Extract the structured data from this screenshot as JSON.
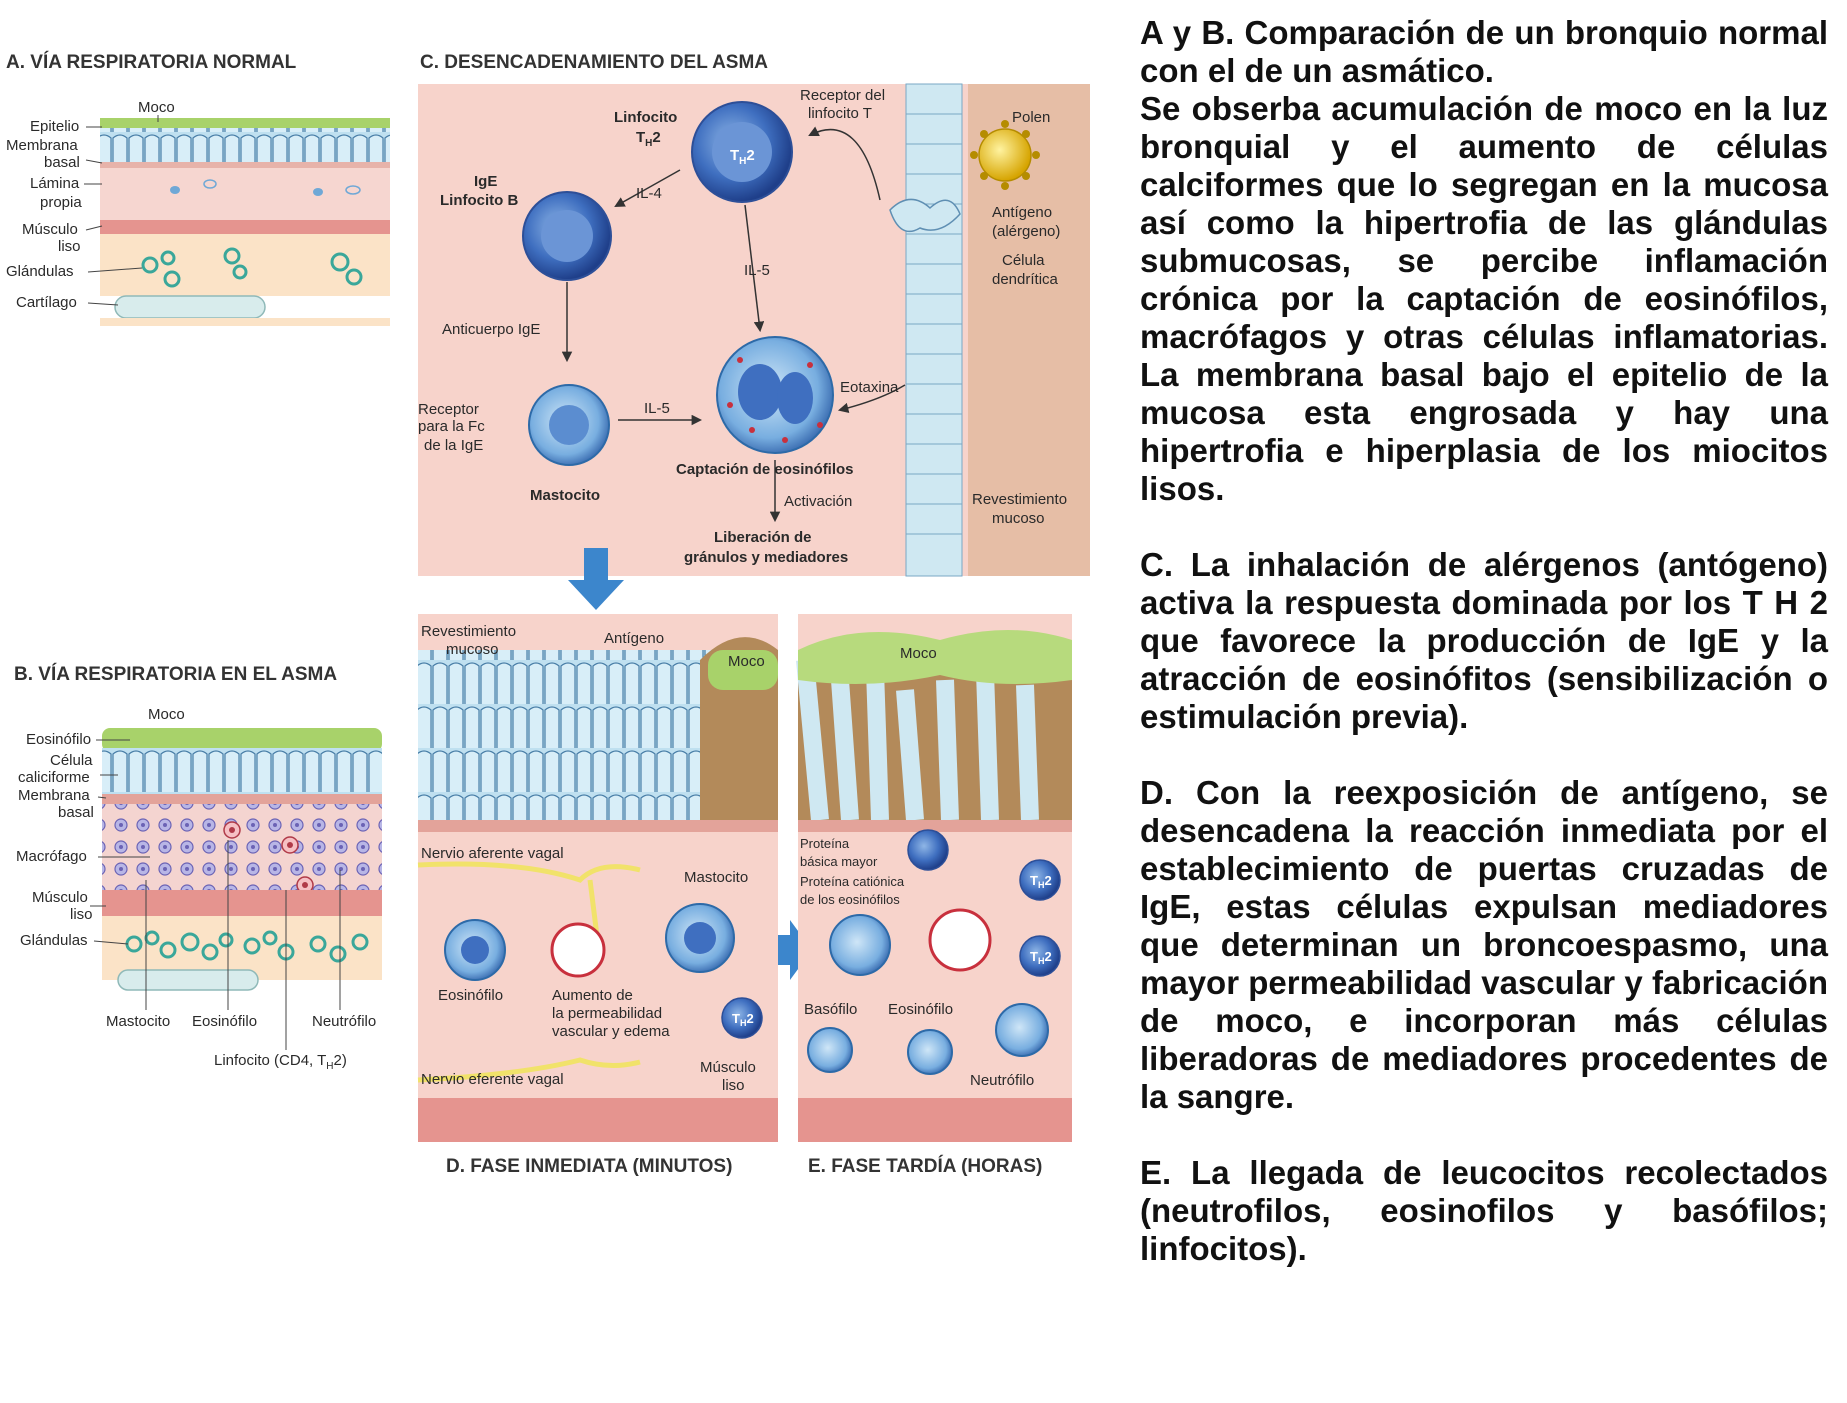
{
  "panels": {
    "a_title": "A. VÍA RESPIRATORIA NORMAL",
    "b_title": "B. VÍA RESPIRATORIA EN EL ASMA",
    "c_title": "C. DESENCADENAMIENTO DEL ASMA",
    "d_title": "D. FASE INMEDIATA (MINUTOS)",
    "e_title": "E. FASE TARDÍA (HORAS)"
  },
  "panel_a": {
    "moco": "Moco",
    "epitelio": "Epitelio",
    "membrana": "Membrana",
    "basal": "basal",
    "lamina": "Lámina",
    "propia": "propia",
    "musculo": "Músculo",
    "liso": "liso",
    "glandulas": "Glándulas",
    "cartilago": "Cartílago"
  },
  "panel_b": {
    "moco": "Moco",
    "eosinofilo": "Eosinófilo",
    "celula": "Célula",
    "caliciforme": "caliciforme",
    "membrana": "Membrana",
    "basal": "basal",
    "macrofago": "Macrófago",
    "musculo": "Músculo",
    "liso": "liso",
    "glandulas": "Glándulas",
    "mastocito": "Mastocito",
    "eosinofilo2": "Eosinófilo",
    "neutrofilo": "Neutrófilo",
    "linfocito": "Linfocito (CD4, T",
    "linfocito_sub": "H",
    "linfocito_end": "2)"
  },
  "panel_c": {
    "linfocito": "Linfocito",
    "th": "T",
    "th_sub": "H",
    "th_end": "2",
    "receptor_del": "Receptor del",
    "linfocito_t": "linfocito T",
    "polen": "Polen",
    "ige": "IgE",
    "linfocito_b": "Linfocito B",
    "il4": "IL-4",
    "il5a": "IL-5",
    "il5b": "IL-5",
    "antigeno": "Antígeno",
    "alergeno": "(alérgeno)",
    "celula": "Célula",
    "dendritica": "dendrítica",
    "anticuerpo": "Anticuerpo IgE",
    "eotaxina": "Eotaxina",
    "receptor": "Receptor",
    "para_fc": "para la Fc",
    "de_ige": "de la IgE",
    "mastocito": "Mastocito",
    "captacion": "Captación de eosinófilos",
    "activacion": "Activación",
    "liberacion": "Liberación de",
    "granulos": "gránulos y mediadores",
    "revestimiento": "Revestimiento",
    "mucoso": "mucoso",
    "cell_label": "T",
    "cell_sub": "H",
    "cell_end": "2"
  },
  "panel_d": {
    "revestimiento": "Revestimiento",
    "mucoso": "mucoso",
    "antigeno": "Antígeno",
    "moco": "Moco",
    "nervio_aferente": "Nervio aferente vagal",
    "mastocito": "Mastocito",
    "eosinofilo": "Eosinófilo",
    "aumento": "Aumento de",
    "permeabilidad": "la permeabilidad",
    "vascular": "vascular y edema",
    "th": "T",
    "th_sub": "H",
    "th_end": "2",
    "nervio_eferente": "Nervio eferente vagal",
    "musculo": "Músculo",
    "liso": "liso"
  },
  "panel_e": {
    "moco": "Moco",
    "proteina": "Proteína",
    "basica": "básica mayor",
    "cationica": "Proteína catiónica",
    "eosinofilos": "de los eosinófilos",
    "basofilo": "Basófilo",
    "eosinofilo": "Eosinófilo",
    "neutrofilo": "Neutrófilo",
    "th": "T",
    "th_sub": "H",
    "th_end": "2"
  },
  "text": {
    "ab_head": "A y B.",
    "ab_body1": " Comparación de un bronquio normal con el de un asmático.",
    "ab_body2": "Se obserba acumulación de moco en la luz bronquial y el aumento de células calciformes que lo segregan en la mucosa así como la hipertrofia de las glándulas submucosas, se percibe inflamación crónica por la captación de eosinófilos, macrófagos y otras células inflamatorias. La membrana basal bajo el epitelio de la mucosa esta engrosada y hay una hipertrofia e hiperplasia de los miocitos lisos.",
    "c_head": "C",
    "c_body": ". La inhalación de alérgenos (antógeno) activa la respuesta dominada por los T H 2 que favorece la producción de IgE y la atracción de eosinófitos (sensibilización o estimulación previa).",
    "d_head": "D.",
    "d_body": " Con la reexposición de antígeno, se desencadena la reacción inmediata por el establecimiento de puertas cruzadas de IgE, estas células expulsan mediadores que determinan un broncoespasmo, una mayor permeabilidad vascular y fabricación de moco, e incorporan más células liberadoras de mediadores procedentes de la sangre.",
    "e_head": "E.",
    "e_body": " La llegada de leucocitos recolectados (neutrofilos, eosinofilos y basófilos; linfocitos)."
  }
}
